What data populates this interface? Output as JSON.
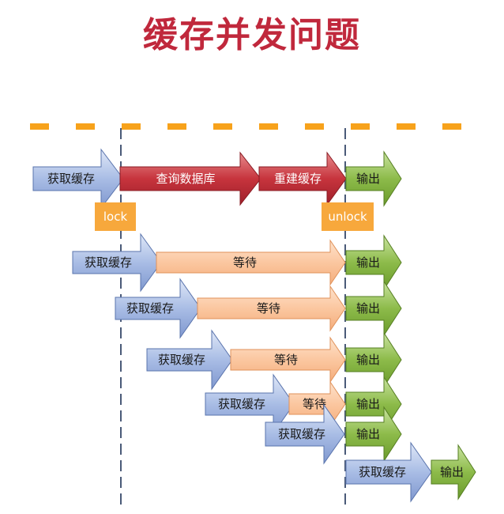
{
  "title": "缓存并发问题",
  "labels": {
    "get_cache": "获取缓存",
    "query_db": "查询数据库",
    "rebuild_cache": "重建缓存",
    "output": "输出",
    "wait": "等待",
    "lock": "lock",
    "unlock": "unlock"
  },
  "colors": {
    "title": "#c0283c",
    "timeline": "#f7a21b",
    "get_arrow": "#8fa8d8",
    "db_arrow": "#c0313b",
    "output_arrow": "#7fae3c",
    "wait_arrow": "#fbc49a",
    "lock_box": "#f7a83c"
  }
}
